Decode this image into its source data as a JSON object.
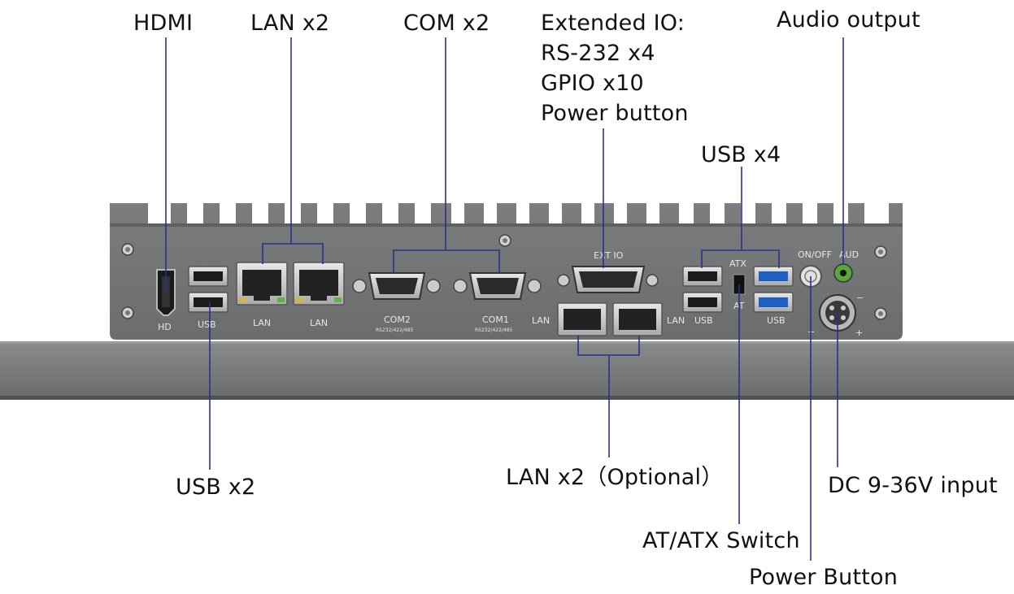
{
  "callouts": {
    "hdmi": "HDMI",
    "lan_top": "LAN x2",
    "com": "COM x2",
    "extended_io": [
      "Extended IO:",
      "RS-232 x4",
      "GPIO x10",
      "Power button"
    ],
    "audio": "Audio output",
    "usb4": "USB x4",
    "usb2": "USB x2",
    "lan_optional": "LAN x2（Optional）",
    "dc_input": "DC 9-36V input",
    "atx_switch": "AT/ATX Switch",
    "power_button": "Power Button"
  },
  "panel_labels": {
    "hd": "HD",
    "usb_left": "USB",
    "lan1": "LAN",
    "lan2": "LAN",
    "com2": "COM2",
    "com2_sub": "RS232/422/485",
    "com1": "COM1",
    "com1_sub": "RS232/422/485",
    "ext_io": "EXT IO",
    "lan_opt": "LAN",
    "lan_right": "LAN",
    "usb_right": "USB",
    "atx": "ATX",
    "at": "AT",
    "usb3": "USB",
    "on_off": "ON/OFF",
    "aud": "AUD",
    "minus_top": "−",
    "minus": "−",
    "plus": "+"
  },
  "colors": {
    "leader": "#2b2f8f",
    "chassis": "#6d6f71",
    "usb3_blue": "#1f5fbf",
    "audio_green": "#5aa83c"
  }
}
